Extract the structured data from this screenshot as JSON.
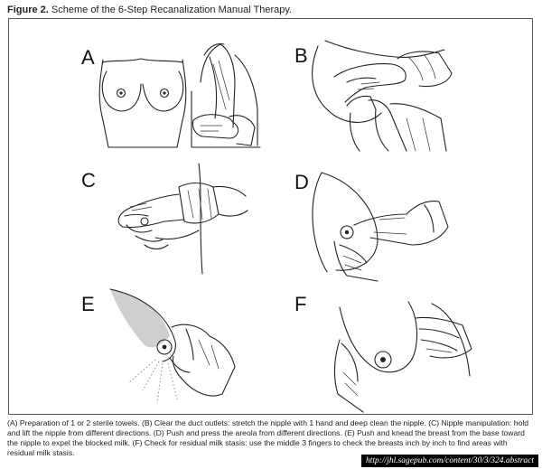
{
  "figure": {
    "label": "Figure 2.",
    "title": "Scheme of the 6-Step Recanalization Manual Therapy."
  },
  "panels": [
    {
      "letter": "A",
      "icon": "breast-preparation-illustration"
    },
    {
      "letter": "B",
      "icon": "duct-outlet-clearing-illustration"
    },
    {
      "letter": "C",
      "icon": "nipple-manipulation-illustration"
    },
    {
      "letter": "D",
      "icon": "areola-press-illustration"
    },
    {
      "letter": "E",
      "icon": "breast-knead-illustration"
    },
    {
      "letter": "F",
      "icon": "residual-stasis-check-illustration"
    }
  ],
  "caption": "(A) Preparation of 1 or 2 sterile towels. (B) Clear the duct outlets: stretch the nipple with 1 hand and deep clean the nipple. (C) Nipple manipulation: hold and lift the nipple from different directions. (D) Push and press the areola from different directions. (E) Push and knead the breast from the base toward the nipple to expel the blocked milk. (F) Check for residual milk stasis: use the middle 3 fingers to check the breasts inch by inch to find areas with residual milk stasis.",
  "source_url": "http://jhl.sagepub.com/content/30/3/324.abstract"
}
